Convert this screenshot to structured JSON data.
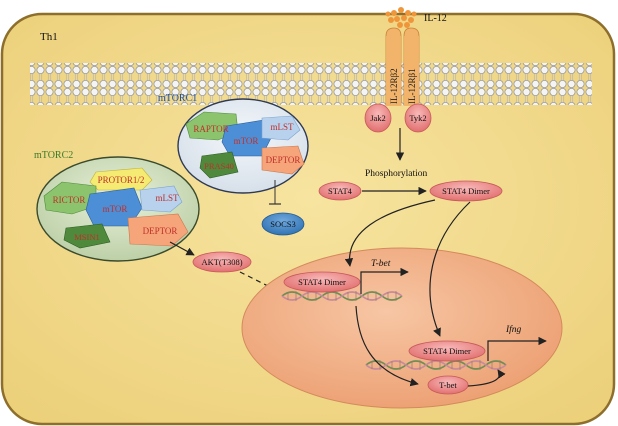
{
  "labels": {
    "cell": "Th1",
    "cytokine": "IL-12",
    "receptor_beta2": "IL-12Rβ2",
    "receptor_beta1": "IL-12Rβ1",
    "jak2": "Jak2",
    "tyk2": "Tyk2",
    "phosphorylation": "Phosphorylation",
    "stat4": "STAT4",
    "stat4_dimer": "STAT4 Dimer",
    "socs3": "SOCS3",
    "akt": "AKT(T308)",
    "tbet_gene": "T-bet",
    "ifng_gene": "Ifng",
    "tbet_protein": "T-bet"
  },
  "mtorc1": {
    "title": "mTORC1",
    "raptor": "RAPTOR",
    "mtor": "mTOR",
    "mlst": "mLST",
    "deptor": "DEPTOR",
    "pras40": "PRAS40"
  },
  "mtorc2": {
    "title": "mTORC2",
    "protor": "PROTOR1/2",
    "rictor": "RICTOR",
    "mtor": "mTOR",
    "mlst": "mLST",
    "msin1": "MSIN1",
    "deptor": "DEPTOR"
  },
  "colors": {
    "cell_fill": "#f3dc8e",
    "cell_border": "#8d6e2b",
    "nucleus_fill": "#f2b48a",
    "stat_fill": "#f08c8c",
    "socs3_fill": "#3f86c6",
    "complex_bg": "#d8e4c8",
    "mtor_blue": "#4d8fd6",
    "green": "#8cc46d",
    "dark_green": "#4f8a3c",
    "orange": "#f6a57a",
    "yellow": "#f5ea72",
    "light_blue": "#b8d2ee",
    "receptor": "#f2b36a"
  }
}
